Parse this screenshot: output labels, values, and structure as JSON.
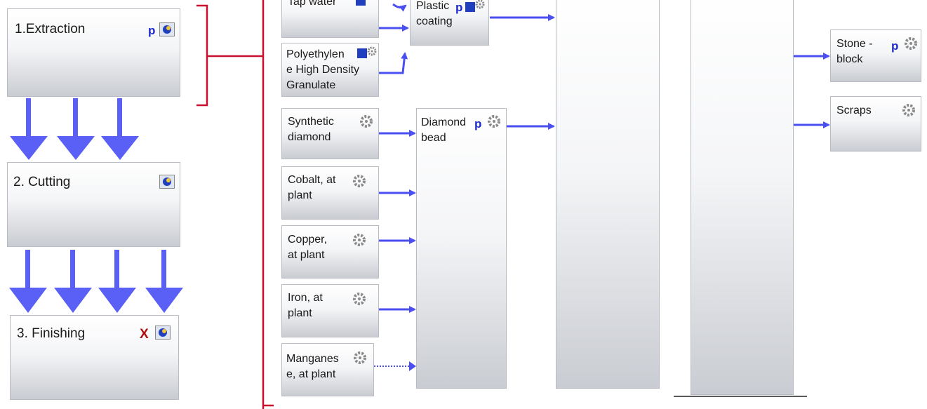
{
  "stages": {
    "extraction": "1.Extraction",
    "cutting": "2. Cutting",
    "finishing": "3. Finishing"
  },
  "processes": {
    "tap_water": "Tap water",
    "polyethylene": "Polyethylen\ne High Density\nGranulate",
    "synthetic_diamond": "Synthetic\ndiamond",
    "cobalt": "Cobalt, at\nplant",
    "copper": "Copper,\nat plant",
    "iron": "Iron, at\nplant",
    "manganese": "Manganes\ne, at plant",
    "plastic_coating": "Plastic\ncoating",
    "diamond_bead": "Diamond\n bead",
    "stone_block": "Stone -\nblock",
    "scraps": "Scraps"
  },
  "markers": {
    "p": "p",
    "x": "X"
  },
  "colors": {
    "arrow": "#4a4ff2",
    "bracket": "#c8102e",
    "p_marker": "#1d2ad0",
    "x_marker": "#b01010"
  },
  "icons": {
    "process": "gear-icon",
    "stage": "globe-icon",
    "material": "blue-square-icon"
  }
}
